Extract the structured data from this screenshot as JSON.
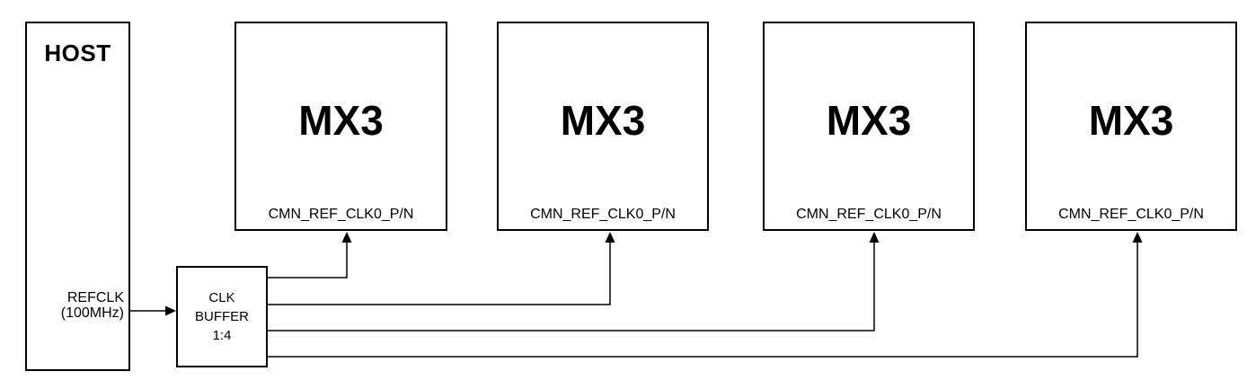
{
  "diagram": {
    "colors": {
      "background": "#ffffff",
      "line": "#000000",
      "text": "#000000"
    },
    "host": {
      "title": "HOST",
      "port": {
        "line1": "REFCLK",
        "line2": "(100MHz)"
      }
    },
    "clk_buffer": {
      "line1": "CLK",
      "line2": "BUFFER",
      "line3": "1:4"
    },
    "mx3_blocks": [
      {
        "title": "MX3",
        "port_label": "CMN_REF_CLK0_P/N"
      },
      {
        "title": "MX3",
        "port_label": "CMN_REF_CLK0_P/N"
      },
      {
        "title": "MX3",
        "port_label": "CMN_REF_CLK0_P/N"
      },
      {
        "title": "MX3",
        "port_label": "CMN_REF_CLK0_P/N"
      }
    ]
  }
}
